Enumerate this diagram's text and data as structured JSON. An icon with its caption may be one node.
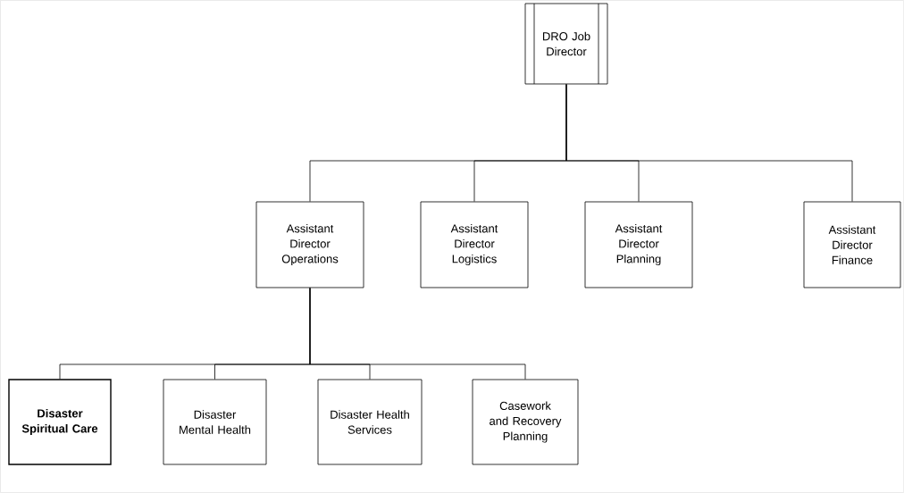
{
  "diagram": {
    "nodes": [
      {
        "text": [
          "DRO Job Director"
        ]
      },
      {
        "text": [
          "Assistant Director Operations"
        ]
      },
      {
        "text": [
          "Assistant Director Logistics"
        ]
      },
      {
        "text": [
          "Assistant Director Planning"
        ]
      },
      {
        "text": [
          "Assistant Director Finance"
        ]
      },
      {
        "text": [
          "Disaster Spiritual Care"
        ]
      },
      {
        "text": [
          "Disaster Mental Health"
        ]
      },
      {
        "text": [
          "Disaster Health Services"
        ]
      },
      {
        "text": [
          "Casework and Recovery Planning"
        ]
      }
    ],
    "edges": [
      {
        "from": 0,
        "to": 1,
        "arrow": "none"
      },
      {
        "from": 0,
        "to": 2,
        "arrow": "none"
      },
      {
        "from": 0,
        "to": 3,
        "arrow": "none"
      },
      {
        "from": 0,
        "to": 4,
        "arrow": "none"
      },
      {
        "from": 1,
        "to": 5,
        "arrow": "none"
      },
      {
        "from": 1,
        "to": 6,
        "arrow": "none"
      },
      {
        "from": 1,
        "to": 7,
        "arrow": "none"
      },
      {
        "from": 1,
        "to": 8,
        "arrow": "none"
      }
    ]
  }
}
